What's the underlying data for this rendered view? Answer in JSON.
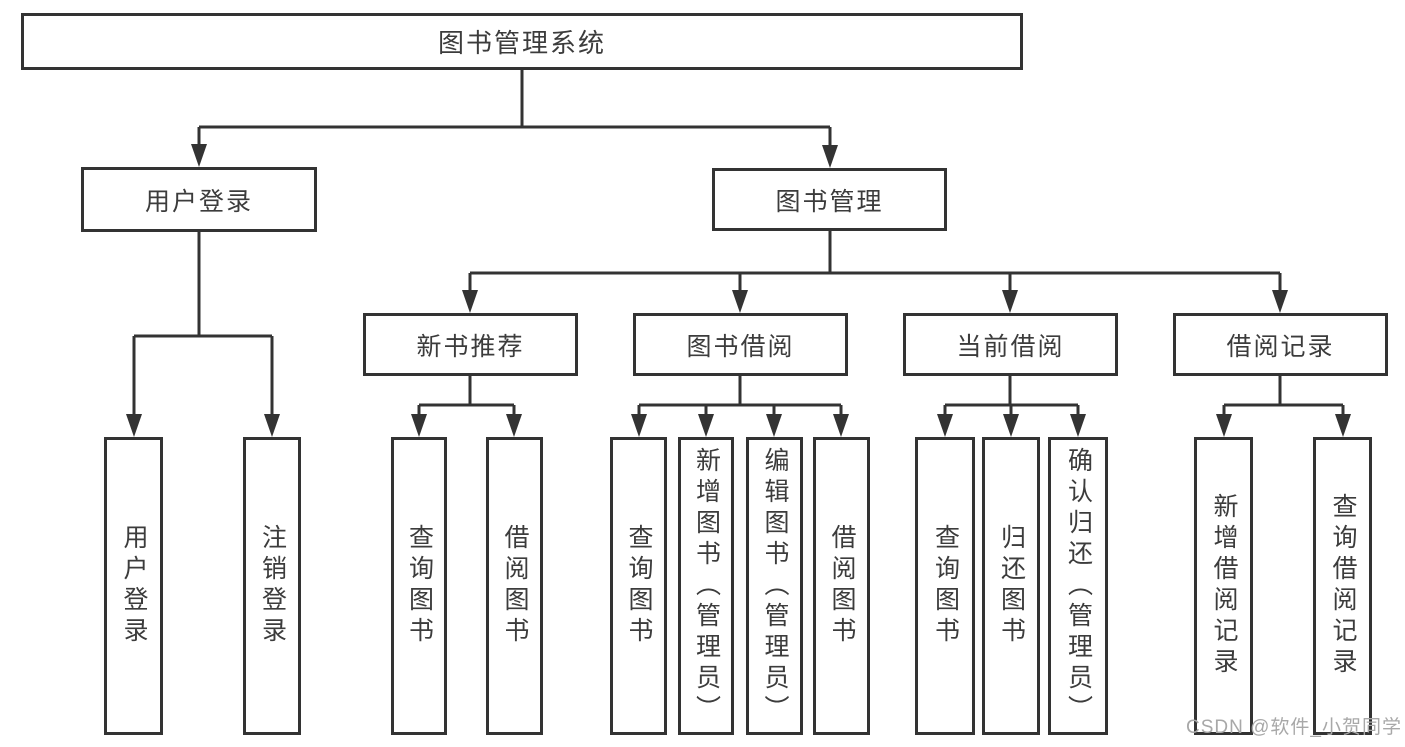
{
  "tree": {
    "label": "图书管理系统",
    "children": [
      {
        "label": "用户登录",
        "children": [
          {
            "label": "用户登录"
          },
          {
            "label": "注销登录"
          }
        ]
      },
      {
        "label": "图书管理",
        "children": [
          {
            "label": "新书推荐",
            "children": [
              {
                "label": "查询图书"
              },
              {
                "label": "借阅图书"
              }
            ]
          },
          {
            "label": "图书借阅",
            "children": [
              {
                "label": "查询图书"
              },
              {
                "label": "新增图书（管理员）"
              },
              {
                "label": "编辑图书（管理员）"
              },
              {
                "label": "借阅图书"
              }
            ]
          },
          {
            "label": "当前借阅",
            "children": [
              {
                "label": "查询图书"
              },
              {
                "label": "归还图书"
              },
              {
                "label": "确认归还（管理员）"
              }
            ]
          },
          {
            "label": "借阅记录",
            "children": [
              {
                "label": "新增借阅记录"
              },
              {
                "label": "查询借阅记录"
              }
            ]
          }
        ]
      }
    ]
  },
  "watermark": {
    "text": "CSDN @软件_小贺同学"
  },
  "colors": {
    "line": "#333333",
    "text": "#3c3c3c",
    "background": "#ffffff",
    "watermark": "#a8a8a8"
  }
}
